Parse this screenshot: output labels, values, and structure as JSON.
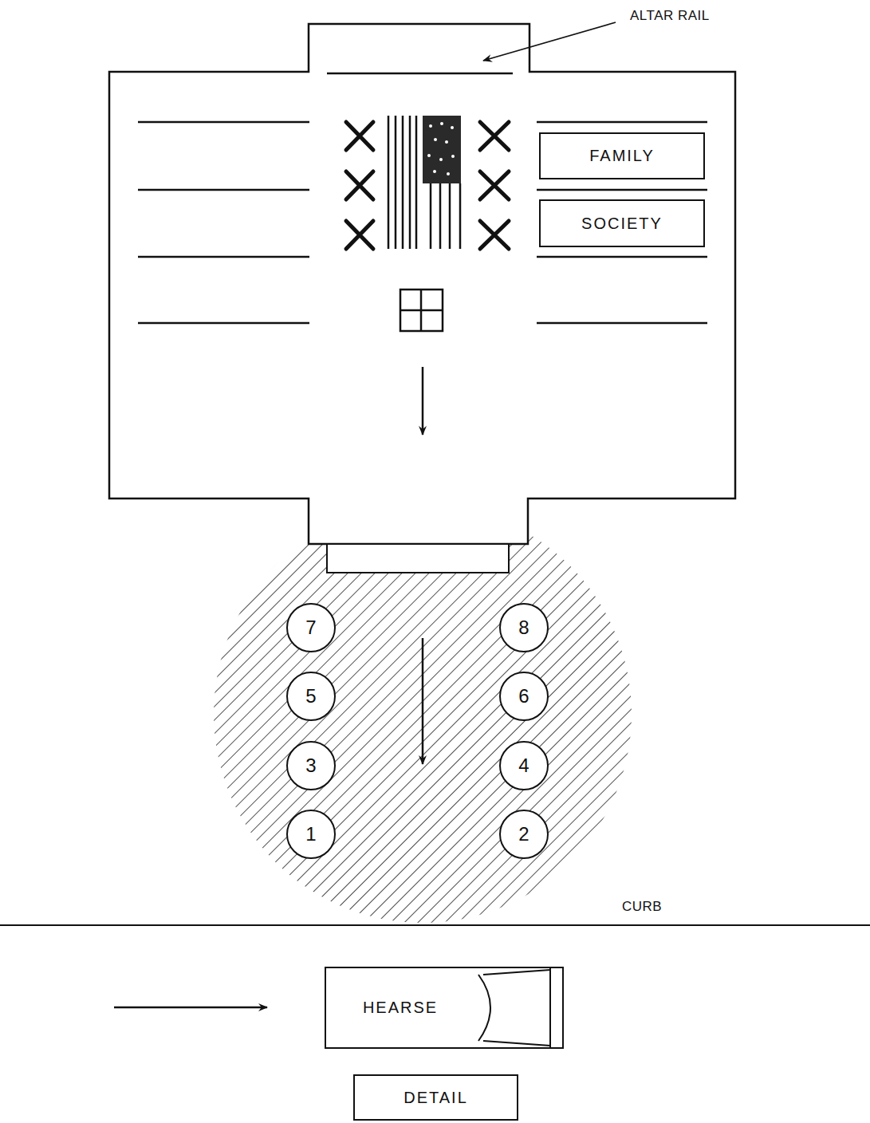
{
  "diagram": {
    "nodes": [
      {
        "text": [
          "FAMILY"
        ]
      },
      {
        "text": [
          "SOCIETY"
        ]
      },
      {
        "text": [
          "7"
        ]
      },
      {
        "text": [
          "8"
        ]
      },
      {
        "text": [
          "5"
        ]
      },
      {
        "text": [
          "6"
        ]
      },
      {
        "text": [
          "3"
        ]
      },
      {
        "text": [
          "4"
        ]
      },
      {
        "text": [
          "1"
        ]
      },
      {
        "text": [
          "2"
        ]
      },
      {
        "text": [
          "HEARSE"
        ]
      },
      {
        "text": [
          "DETAIL"
        ]
      }
    ],
    "labels": [
      "ALTAR RAIL",
      "CURB"
    ]
  }
}
